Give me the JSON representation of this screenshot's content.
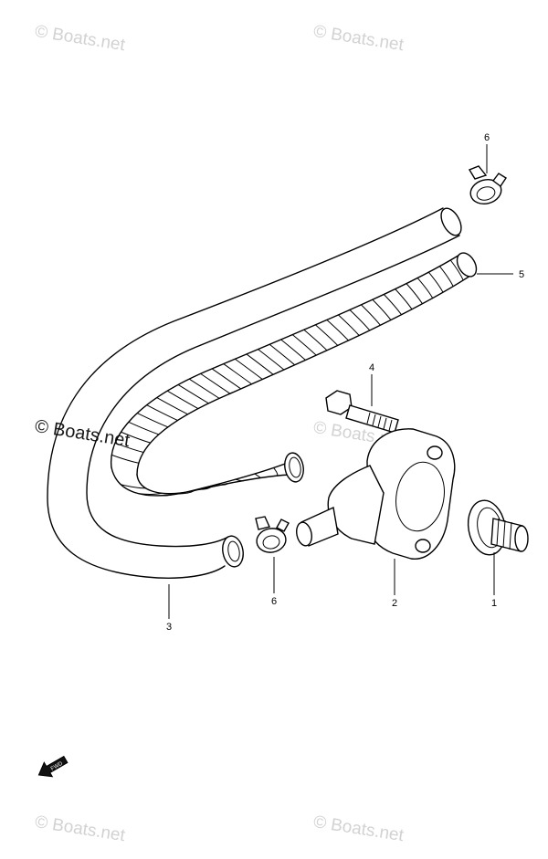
{
  "watermarks": {
    "tl": "© Boats.net",
    "tr": "© Boats.net",
    "mid": "© Boats.net",
    "left": "© Boats.net",
    "bl": "© Boats.net",
    "br": "© Boats.net"
  },
  "callouts": {
    "p1": "1",
    "p2": "2",
    "p3": "3",
    "p4": "4",
    "p5": "5",
    "p6_top": "6",
    "p6_bottom": "6"
  },
  "fwd_label": "FWD"
}
